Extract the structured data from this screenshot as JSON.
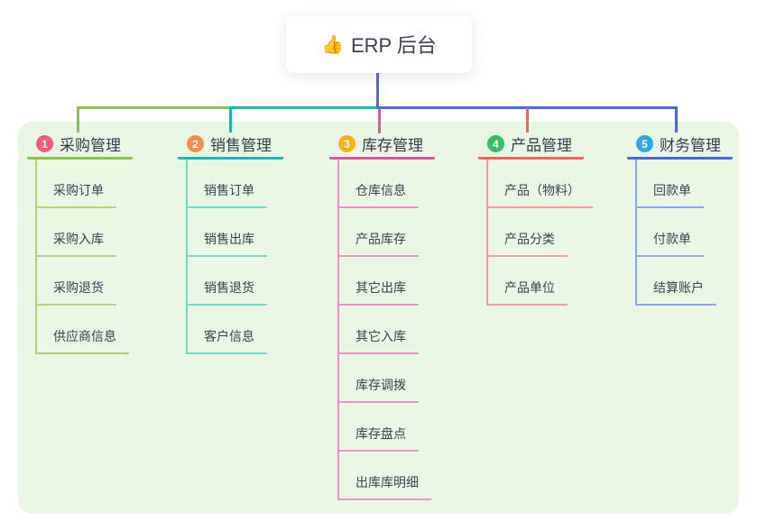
{
  "root": {
    "icon": "👍",
    "title": "ERP 后台"
  },
  "colors": {
    "root_line": "#5066e5",
    "canvas_bg": "#e8f6e3",
    "node_bg": "#ffffff",
    "text": "#3a3f51"
  },
  "branches": [
    {
      "index": "1",
      "label": "采购管理",
      "badge_color": "#f45c79",
      "line_color": "#8ac153",
      "child_line_color": "#a8d37c",
      "children": [
        "采购订单",
        "采购入库",
        "采购退货",
        "供应商信息"
      ]
    },
    {
      "index": "2",
      "label": "销售管理",
      "badge_color": "#f98c4b",
      "line_color": "#16b9b3",
      "child_line_color": "#74d6cf",
      "children": [
        "销售订单",
        "销售出库",
        "销售退货",
        "客户信息"
      ]
    },
    {
      "index": "3",
      "label": "库存管理",
      "badge_color": "#fcb116",
      "line_color": "#de53a2",
      "child_line_color": "#ee90c7",
      "children": [
        "仓库信息",
        "产品库存",
        "其它出库",
        "其它入库",
        "库存调拨",
        "库存盘点",
        "出库库明细"
      ]
    },
    {
      "index": "4",
      "label": "产品管理",
      "badge_color": "#36bc66",
      "line_color": "#f55f62",
      "child_line_color": "#f89a99",
      "children": [
        "产品（物料）",
        "产品分类",
        "产品单位"
      ]
    },
    {
      "index": "5",
      "label": "财务管理",
      "badge_color": "#2ca8ea",
      "line_color": "#4b68e0",
      "child_line_color": "#8ba3ea",
      "children": [
        "回款单",
        "付款单",
        "结算账户"
      ]
    }
  ],
  "layout_note": ""
}
